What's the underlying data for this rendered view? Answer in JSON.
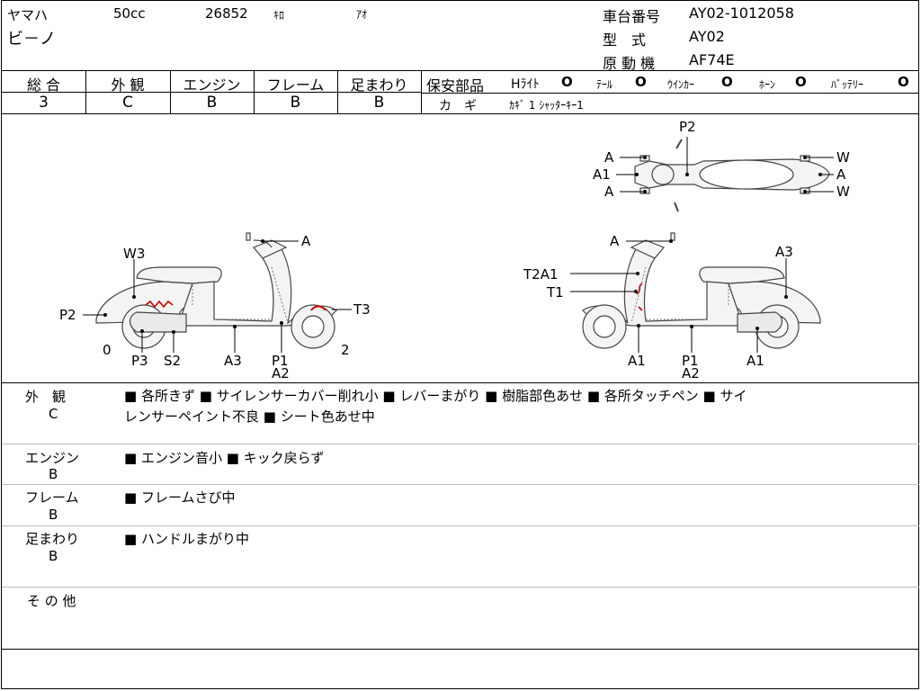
{
  "header": {
    "maker": "ヤマハ",
    "displacement": "50cc",
    "mileage": "26852",
    "mileage_unit": "ｷﾛ",
    "color": "ｱｵ",
    "model_name": "ビ－ノ",
    "frame_number_label": "車台番号",
    "frame_number": "AY02-1012058",
    "model_code_label": "型　式",
    "model_code": "AY02",
    "engine_label": "原 動 機",
    "engine_code": "AF74E"
  },
  "grades": {
    "overall_label": "総 合",
    "overall": "3",
    "exterior_label": "外 観",
    "exterior": "C",
    "engine_label": "エンジン",
    "engine": "B",
    "frame_label": "フレーム",
    "frame": "B",
    "suspension_label": "足まわり",
    "suspension": "B"
  },
  "safety": {
    "label": "保安部品",
    "items": [
      {
        "name": "Hﾗｲﾄ",
        "mark": "O"
      },
      {
        "name": "ﾃｰﾙ",
        "mark": "O"
      },
      {
        "name": "ｳｲﾝｶｰ",
        "mark": "O"
      },
      {
        "name": "ﾎｰﾝ",
        "mark": "O"
      },
      {
        "name": "ﾊﾞｯﾃﾘｰ",
        "mark": "O"
      }
    ],
    "key_label": "カ　ギ",
    "key_value": "ｶｷﾞ 1 ｼｬｯﾀｰｷｰ1"
  },
  "diagram": {
    "left": {
      "labels": [
        "W3",
        "A",
        "P2",
        "T3",
        "0",
        "P3",
        "S2",
        "A3",
        "P1",
        "A2",
        "2"
      ]
    },
    "right": {
      "labels": [
        "A",
        "A3",
        "T2A1",
        "T1",
        "A1",
        "P1",
        "A2",
        "A1"
      ]
    },
    "top": {
      "labels": [
        "P2",
        "A",
        "A1",
        "A",
        "W",
        "A",
        "W"
      ]
    }
  },
  "notes": [
    {
      "category": "外　観",
      "grade": "C",
      "line1": "■ 各所きず ■ サイレンサーカバー削れ小 ■ レバーまがり ■ 樹脂部色あせ ■ 各所タッチペン ■ サイ",
      "line2": "レンサーペイント不良 ■ シート色あせ中"
    },
    {
      "category": "エンジン",
      "grade": "B",
      "line1": "■ エンジン音小 ■ キック戻らず"
    },
    {
      "category": "フレーム",
      "grade": "B",
      "line1": "■ フレームさび中"
    },
    {
      "category": "足まわり",
      "grade": "B",
      "line1": "■ ハンドルまがり中"
    },
    {
      "category": "そ の 他"
    }
  ]
}
